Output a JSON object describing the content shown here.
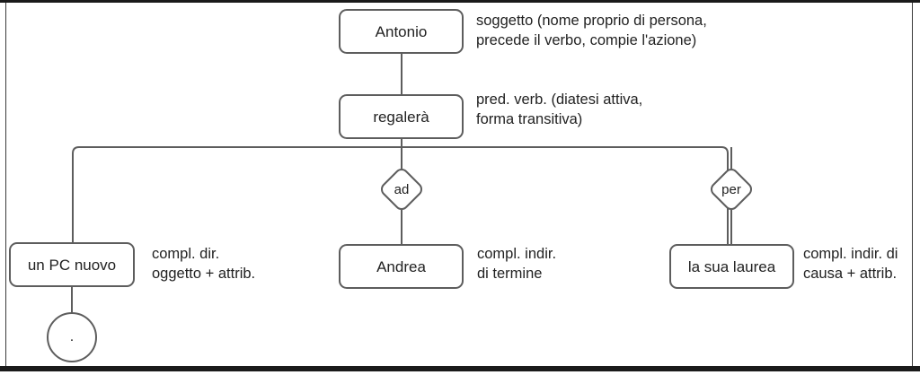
{
  "diagram": {
    "type": "sentence-analysis-tree",
    "language": "it",
    "sentence": "Antonio regalerà un PC nuovo ad Andrea per la sua laurea.",
    "nodes": {
      "subject": {
        "label": "Antonio",
        "annotation": "soggetto (nome proprio di persona,\nprecede il verbo, compie l'azione)"
      },
      "verb": {
        "label": "regalerà",
        "annotation": "pred. verb. (diatesi attiva,\nforma transitiva)"
      },
      "object": {
        "label": "un PC nuovo",
        "annotation": "compl. dir.\noggetto + attrib."
      },
      "indirect": {
        "label": "Andrea",
        "annotation": "compl. indir.\ndi termine"
      },
      "cause": {
        "label": "la sua laurea",
        "annotation": "compl. indir. di\ncausa + attrib."
      }
    },
    "prepositions": {
      "to": "ad",
      "for": "per"
    },
    "terminator": {
      "label": "."
    },
    "colors": {
      "stroke": "#5d5d5d",
      "text": "#222222",
      "frame": "#1a1a1a",
      "background": "#ffffff"
    }
  }
}
